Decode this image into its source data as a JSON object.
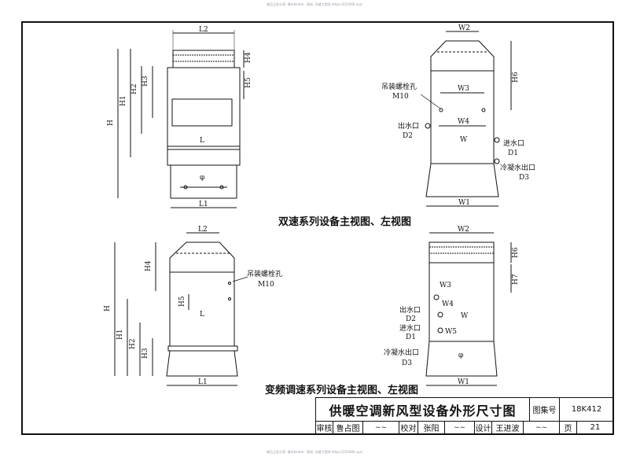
{
  "watermark_top": "颜石之处分享: 微羊beefal · 网站: 天威工程网 https://221066.xyz/",
  "watermark_bottom": "颜石之处分享: 微羊beefal · 网站: 天威工程网 https://221066.xyz/",
  "captions": {
    "two_speed": "双速系列设备主视图、左视图",
    "variable_freq": "变频调速系列设备主视图、左视图"
  },
  "dims": {
    "L2": "L2",
    "L1": "L1",
    "L": "L",
    "H": "H",
    "H1": "H1",
    "H2": "H2",
    "H3": "H3",
    "H4": "H4",
    "H5": "H5",
    "H6": "H6",
    "H7": "H7",
    "W": "W",
    "W1": "W1",
    "W2": "W2",
    "W3": "W3",
    "W4": "W4",
    "W5": "W5",
    "phi": "φ",
    "D1": "D1",
    "D2": "D2",
    "D3": "D3"
  },
  "labels": {
    "lifting_bolt_hole": "吊装螺栓孔",
    "m10": "M10",
    "water_outlet": "出水口",
    "water_inlet": "进水口",
    "condensate_outlet": "冷凝水出口"
  },
  "title_block": {
    "title": "供暖空调新风型设备外形尺寸图",
    "atlas_no_label": "图集号",
    "atlas_no": "18K412",
    "review_label": "审核",
    "reviewer": "鲁占图",
    "check_label": "校对",
    "checker": "张阳",
    "design_label": "设计",
    "designer": "王进波",
    "page_label": "页",
    "page_no": "21"
  }
}
